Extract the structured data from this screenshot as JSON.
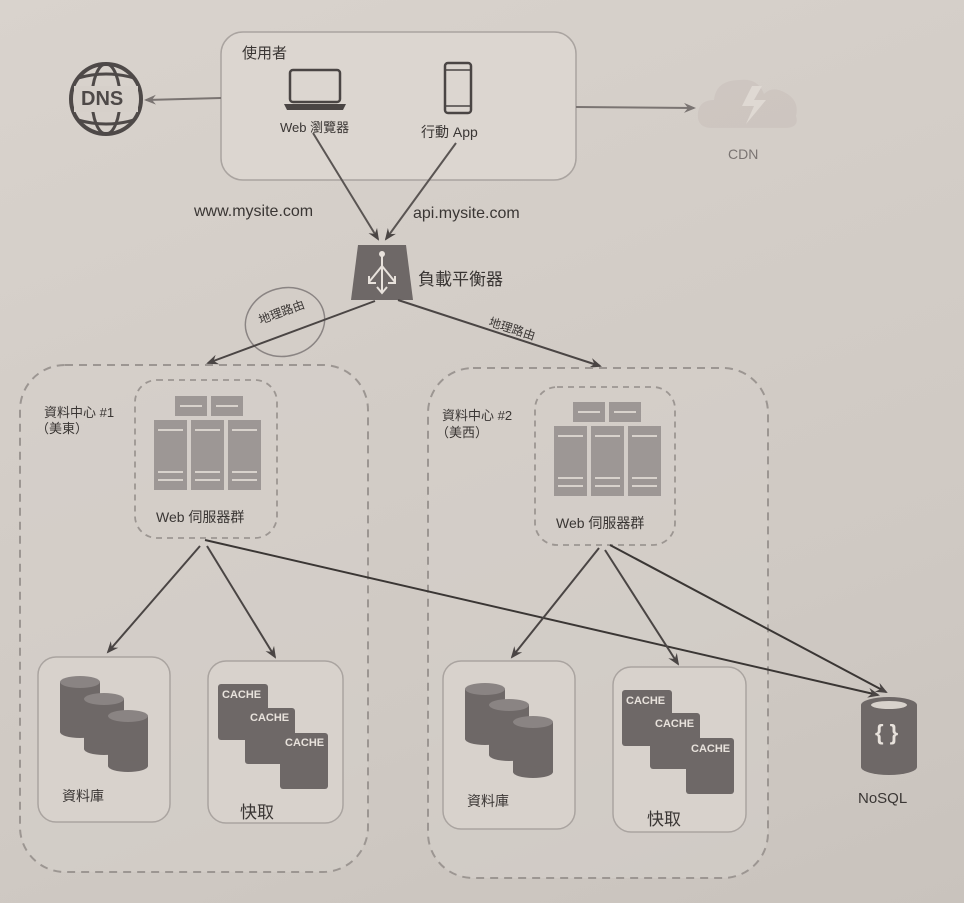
{
  "users": {
    "title": "使用者",
    "web_label": "Web 瀏覽器",
    "app_label": "行動 App"
  },
  "dns": {
    "label": "DNS"
  },
  "cdn": {
    "label": "CDN"
  },
  "domains": {
    "web": "www.mysite.com",
    "api": "api.mysite.com"
  },
  "load_balancer": {
    "label": "負載平衡器"
  },
  "routing": {
    "left": "地理路由",
    "right": "地理路由"
  },
  "datacenters": [
    {
      "title": "資料中心 #1",
      "region": "（美東）",
      "web_servers": "Web 伺服器群",
      "database": "資料庫",
      "cache": "快取",
      "cache_tags": [
        "CACHE",
        "CACHE",
        "CACHE"
      ]
    },
    {
      "title": "資料中心 #2",
      "region": "（美西）",
      "web_servers": "Web 伺服器群",
      "database": "資料庫",
      "cache": "快取",
      "cache_tags": [
        "CACHE",
        "CACHE",
        "CACHE"
      ]
    }
  ],
  "nosql": {
    "label": "NoSQL"
  },
  "colors": {
    "icon_dark": "#6e6867",
    "icon_mid": "#8a8483",
    "line": "#4a4544",
    "box_border": "#a8a29e",
    "dash": "#9c9692"
  }
}
